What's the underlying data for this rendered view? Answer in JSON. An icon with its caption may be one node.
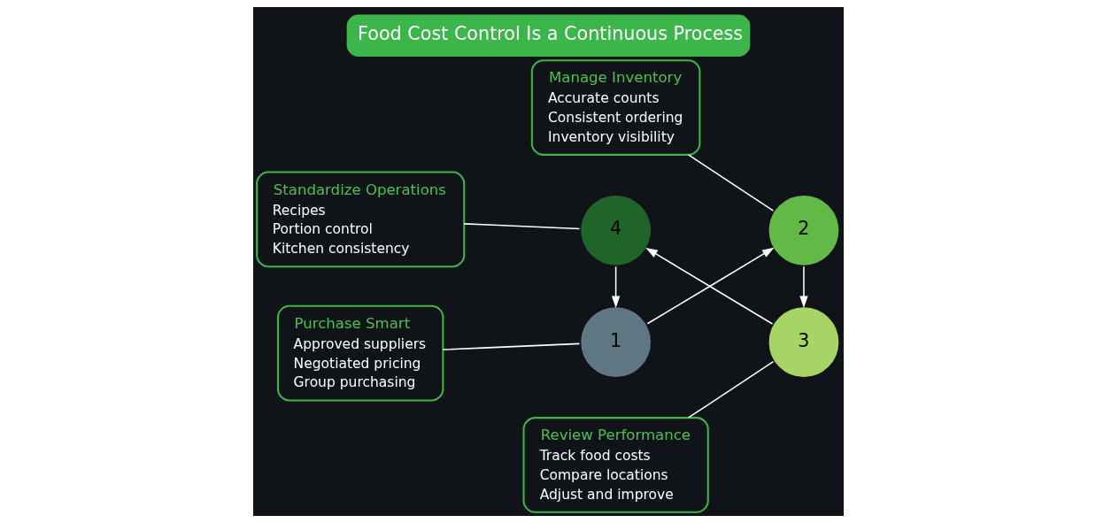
{
  "diagram": {
    "title": "Food Cost Control Is a Continuous Process",
    "nodes": [
      {
        "text": [
          "Purchase Smart",
          "Approved suppliers",
          "Negotiated pricing",
          "Group purchasing"
        ]
      },
      {
        "text": [
          "1"
        ]
      },
      {
        "text": [
          "2"
        ]
      },
      {
        "text": [
          "Manage Inventory",
          "Accurate counts",
          "Consistent ordering",
          "Inventory visibility"
        ]
      },
      {
        "text": [
          "Standardize Operations",
          "Recipes",
          "Portion control",
          "Kitchen consistency"
        ]
      },
      {
        "text": [
          "4"
        ]
      },
      {
        "text": [
          "3"
        ]
      },
      {
        "text": [
          "Review Performance",
          "Track food costs",
          "Compare locations",
          "Adjust and improve"
        ]
      }
    ],
    "edges": [
      {
        "from": 1,
        "to": 2,
        "arrow": "to"
      },
      {
        "from": 2,
        "to": 6,
        "arrow": "to"
      },
      {
        "from": 6,
        "to": 5,
        "arrow": "to"
      },
      {
        "from": 5,
        "to": 1,
        "arrow": "to"
      },
      {
        "from": 0,
        "to": 1,
        "arrow": "none"
      },
      {
        "from": 3,
        "to": 2,
        "arrow": "none"
      },
      {
        "from": 4,
        "to": 5,
        "arrow": "none"
      },
      {
        "from": 7,
        "to": 6,
        "arrow": "none"
      }
    ]
  }
}
